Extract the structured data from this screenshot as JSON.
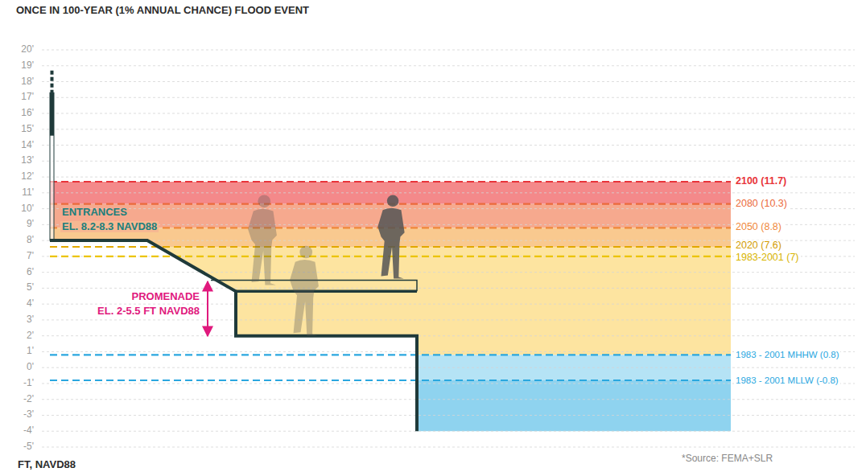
{
  "diagram": {
    "title": "ONCE IN 100-YEAR (1% ANNUAL CHANCE) FLOOD EVENT",
    "labels": [
      "20'",
      "19'",
      "18'",
      "17'",
      "16'",
      "15'",
      "14'",
      "13'",
      "12'",
      "11'",
      "10'",
      "9'",
      "8'",
      "7'",
      "6'",
      "5'",
      "4'",
      "3'",
      "2'",
      "1'",
      "0'",
      "-1'",
      "-2'",
      "-3'",
      "-4'",
      "-5'",
      "2100 (11.7)",
      "2080 (10.3)",
      "2050 (8.8)",
      "2020 (7.6)",
      "1983-2001 (7)",
      "1983 - 2001 MHHW (0.8)",
      "1983 - 2001 MLLW (-0.8)",
      "ENTRANCES",
      "EL. 8.2-8.3 NAVD88",
      "PROMENADE",
      "EL. 2-5.5 FT NAVD88",
      "FT, NAVD88",
      "*Source: FEMA+SLR"
    ]
  }
}
